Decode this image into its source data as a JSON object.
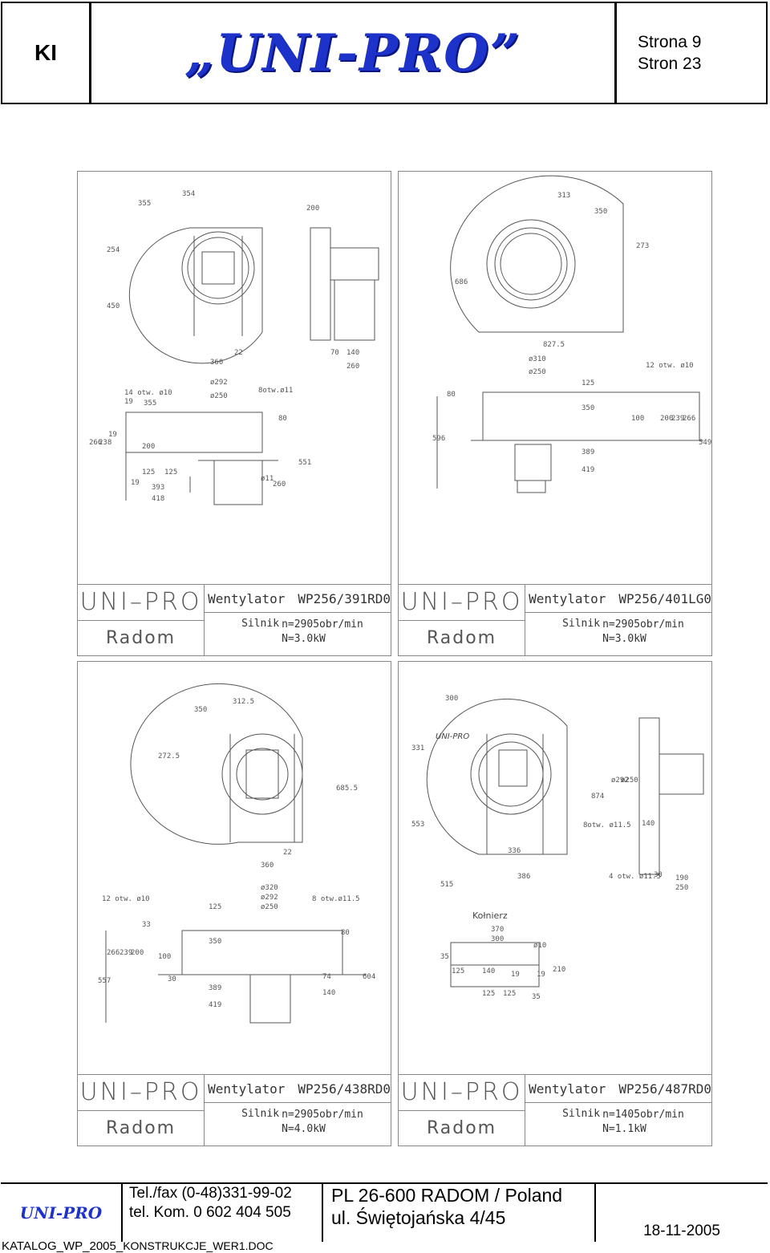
{
  "header": {
    "doc_code": "KI",
    "logo_text": "„UNI-PRO”",
    "page_line1": "Strona 9",
    "page_line2": "Stron 23"
  },
  "drawings": [
    {
      "brand": "UNI–PRO",
      "city": "Radom",
      "product_label": "Wentylator",
      "model": "WP256/391RD0",
      "motor_label": "Silnik",
      "speed": "n=2905obr/min",
      "power": "N=3.0kW",
      "dims": [
        "355",
        "354",
        "200",
        "254",
        "450",
        "360",
        "22",
        "70",
        "140",
        "260",
        "14 otw. ø10",
        "19",
        "355",
        "ø292",
        "ø250",
        "8otw.ø11",
        "80",
        "266",
        "238",
        "19",
        "200",
        "551",
        "125",
        "125",
        "19",
        "393",
        "418",
        "ø11",
        "260"
      ]
    },
    {
      "brand": "UNI–PRO",
      "city": "Radom",
      "product_label": "Wentylator",
      "model": "WP256/401LG0",
      "motor_label": "Silnik",
      "speed": "n=2905obr/min",
      "power": "N=3.0kW",
      "dims": [
        "313",
        "350",
        "273",
        "686",
        "827.5",
        "ø310",
        "ø250",
        "12 otw. ø10",
        "125",
        "80",
        "350",
        "596",
        "100",
        "200",
        "239",
        "266",
        "389",
        "549",
        "419"
      ]
    },
    {
      "brand": "UNI–PRO",
      "city": "Radom",
      "product_label": "Wentylator",
      "model": "WP256/438RD0",
      "motor_label": "Silnik",
      "speed": "n=2905obr/min",
      "power": "N=4.0kW",
      "dims": [
        "350",
        "312.5",
        "272.5",
        "685.5",
        "22",
        "360",
        "ø320",
        "ø292",
        "ø250",
        "12 otw. ø10",
        "125",
        "8 otw.ø11.5",
        "33",
        "80",
        "266",
        "239",
        "200",
        "100",
        "350",
        "557",
        "30",
        "389",
        "74",
        "604",
        "140",
        "419"
      ]
    },
    {
      "brand": "UNI–PRO",
      "city": "Radom",
      "product_label": "Wentylator",
      "model": "WP256/487RD0",
      "motor_label": "Silnik",
      "speed": "n=1405obr/min",
      "power": "N=1.1kW",
      "plate_text": "UNI-PRO",
      "flange_label": "Kołnierz",
      "dims": [
        "300",
        "331",
        "874",
        "ø292",
        "ø250",
        "553",
        "8otw. ø11.5",
        "140",
        "336",
        "386",
        "515",
        "4 otw. ø11.5",
        "30",
        "190",
        "250",
        "370",
        "300",
        "ø10",
        "35",
        "125",
        "140",
        "19",
        "19",
        "210",
        "125",
        "125",
        "35"
      ]
    }
  ],
  "footer": {
    "logo_text": "UNI-PRO",
    "phone_line1": "Tel./fax (0-48)331-99-02",
    "phone_line2": "tel. Kom. 0 602 404 505",
    "address_line1": "PL 26-600 RADOM / Poland",
    "address_line2": "ul. Świętojańska 4/45",
    "date": "18-11-2005",
    "file_name_part1": "KATALOG_WP_2005_",
    "file_name_part2": "KONSTRUKCJE_WER1.DOC"
  }
}
